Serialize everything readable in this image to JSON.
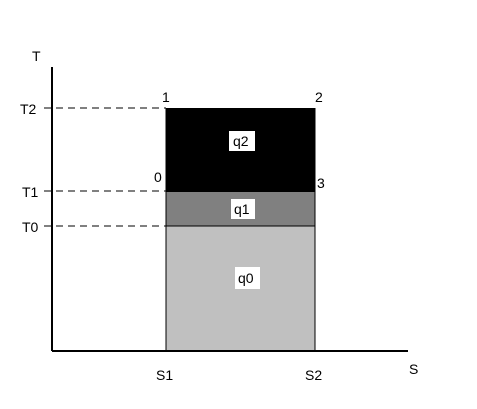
{
  "axes": {
    "x_label": "S",
    "y_label": "T",
    "x_ticks": [
      "S1",
      "S2"
    ],
    "y_ticks": [
      "T2",
      "T1",
      "T0"
    ]
  },
  "points": {
    "p0": "0",
    "p1": "1",
    "p2": "2",
    "p3": "3"
  },
  "regions": {
    "q2": {
      "label": "q2",
      "color": "#000000"
    },
    "q1": {
      "label": "q1",
      "color": "#808080"
    },
    "q0": {
      "label": "q0",
      "color": "#c0c0c0"
    }
  }
}
